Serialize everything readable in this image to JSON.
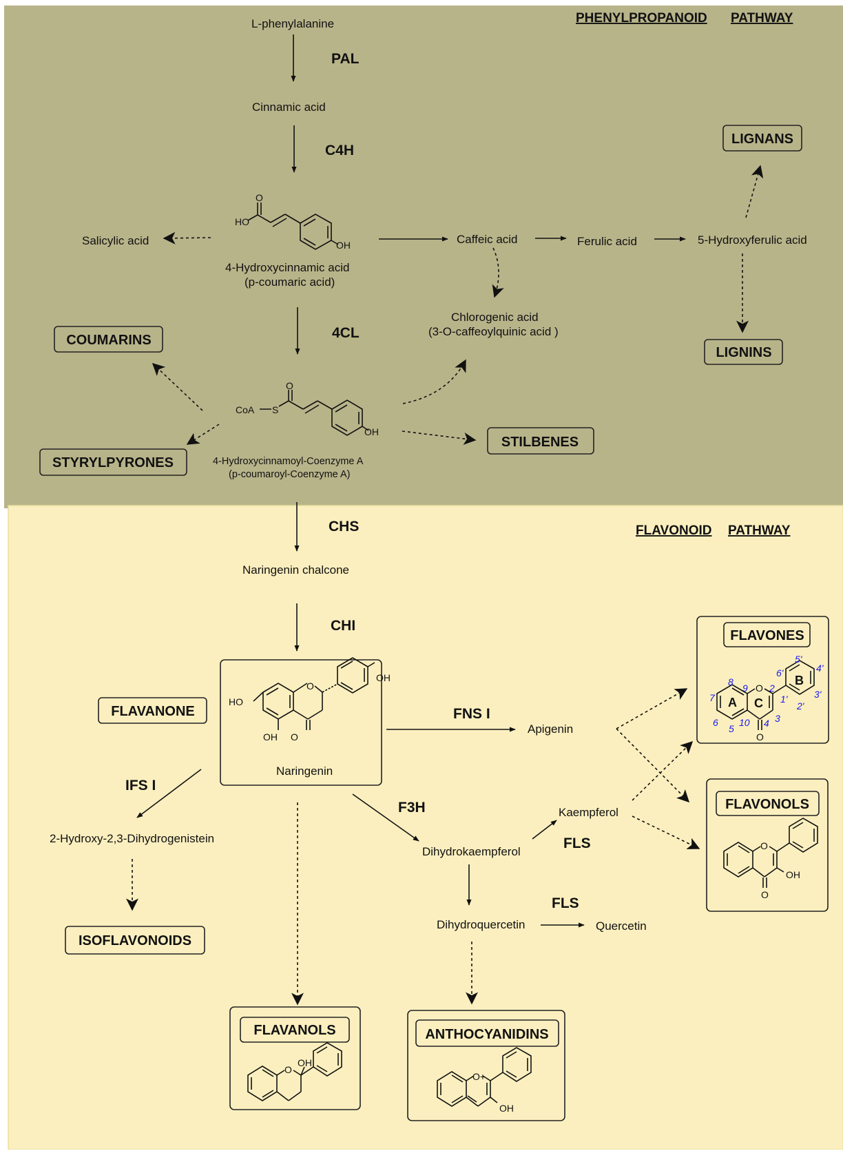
{
  "sections": {
    "phenylpropanoid_title": [
      "PHENYLPROPANOID",
      "PATHWAY"
    ],
    "flavonoid_title": [
      "FLAVONOID",
      "PATHWAY"
    ],
    "top_color": "#b8b48a",
    "bottom_color": "#fbefbf"
  },
  "compounds": {
    "l_phenylalanine": "L-phenylalanine",
    "cinnamic_acid": "Cinnamic acid",
    "hydroxycinnamic_acid": "4-Hydroxycinnamic acid",
    "p_coumaric_acid": "(p-coumaric acid)",
    "salicylic_acid": "Salicylic acid",
    "caffeic_acid": "Caffeic acid",
    "ferulic_acid": "Ferulic acid",
    "hydroxyferulic_acid": "5-Hydroxyferulic acid",
    "chlorogenic_acid": "Chlorogenic acid",
    "caffeoylquinic_acid": "(3-O-caffeoylquinic acid )",
    "hydroxycinnamoyl_coa": "4-Hydroxycinnamoyl-Coenzyme A",
    "p_coumaroyl_coa": "(p-coumaroyl-Coenzyme A)",
    "naringenin_chalcone": "Naringenin chalcone",
    "naringenin": "Naringenin",
    "apigenin": "Apigenin",
    "dihydrogenistein": "2-Hydroxy-2,3-Dihydrogenistein",
    "dihydrokaempferol": "Dihydrokaempferol",
    "kaempferol": "Kaempferol",
    "dihydroquercetin": "Dihydroquercetin",
    "quercetin": "Quercetin"
  },
  "enzymes": {
    "pal": "PAL",
    "c4h": "C4H",
    "fourcl": "4CL",
    "chs": "CHS",
    "chi": "CHI",
    "fns": "FNS I",
    "ifs": "IFS I",
    "f3h": "F3H",
    "fls1": "FLS",
    "fls2": "FLS"
  },
  "classes": {
    "lignans": "LIGNANS",
    "lignins": "LIGNINS",
    "coumarins": "COUMARINS",
    "styrylpyrones": "STYRYLPYRONES",
    "stilbenes": "STILBENES",
    "flavanone": "FLAVANONE",
    "isoflavonoids": "ISOFLAVONOIDS",
    "flavanols": "FLAVANOLS",
    "anthocyanidins": "ANTHOCYANIDINS",
    "flavones": "FLAVONES",
    "flavonols": "FLAVONOLS"
  },
  "atoms": {
    "o": "O",
    "ho": "HO",
    "oh": "OH",
    "coa": "CoA",
    "s": "S",
    "o_plus": "O+"
  },
  "flavone_numbering": {
    "rings": [
      "A",
      "C",
      "B"
    ],
    "positions": [
      "8",
      "9",
      "7",
      "6",
      "5",
      "10",
      "4",
      "3",
      "2",
      "1'",
      "2'",
      "3'",
      "4'",
      "5'",
      "6'"
    ]
  }
}
